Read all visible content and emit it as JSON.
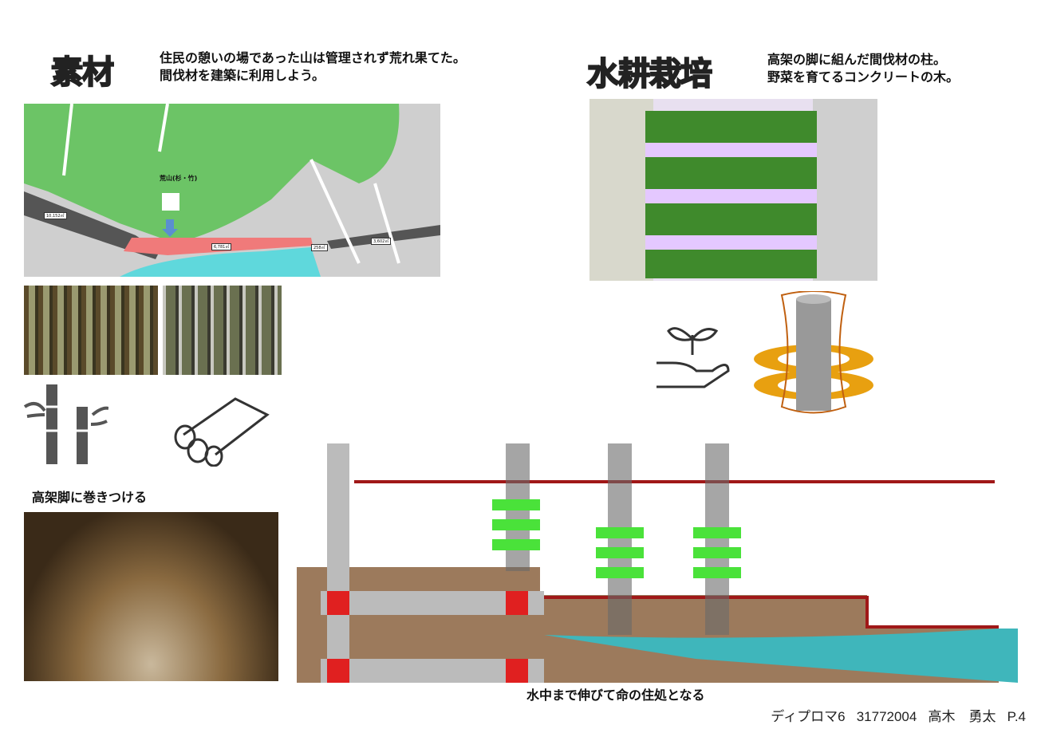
{
  "left": {
    "title": "素材",
    "desc_line1": "住民の憩いの場であった山は管理されず荒れ果てた。",
    "desc_line2": "間伐材を建築に利用しよう。",
    "map": {
      "area_label": "荒山(杉・竹)",
      "parcel_labels": [
        "10,152㎡",
        "6,781㎡",
        "258㎡",
        "3,602㎡"
      ]
    },
    "caption_wrap": "高架脚に巻きつける"
  },
  "right": {
    "title": "水耕栽培",
    "desc_line1": "高架の脚に組んだ間伐材の柱。",
    "desc_line2": "野菜を育てるコンクリートの木。"
  },
  "section": {
    "caption": "水中まで伸びて命の住処となる"
  },
  "footer": {
    "text": "ディプロマ6   31772004   高木　勇太   P.4"
  },
  "colors": {
    "map_green": "#6cc466",
    "map_red": "#f07a7a",
    "water": "#5fd8dc",
    "soil": "#9c7a5c",
    "pipe_red": "#a01818"
  }
}
